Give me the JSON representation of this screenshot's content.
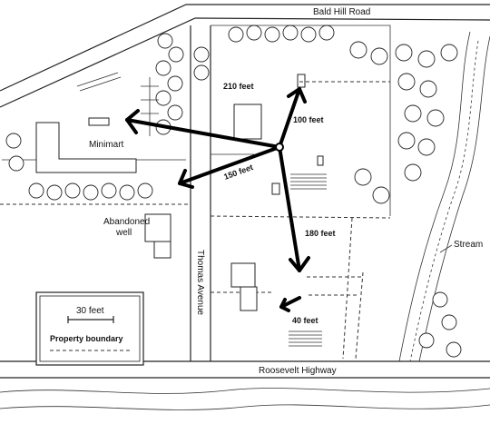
{
  "roads": {
    "north": "Bald Hill Road",
    "west": "Thomas Avenue",
    "south": "Roosevelt Highway"
  },
  "places": {
    "minimart": "Minimart",
    "well_line1": "Abandoned",
    "well_line2": "well",
    "stream": "Stream"
  },
  "distances": {
    "to_minimart": "210 feet",
    "to_north_house": "100 feet",
    "to_well": "150 feet",
    "to_south_house": "180 feet",
    "south_house_short": "40 feet"
  },
  "legend": {
    "scale": "30 feet",
    "boundary": "Property boundary"
  }
}
